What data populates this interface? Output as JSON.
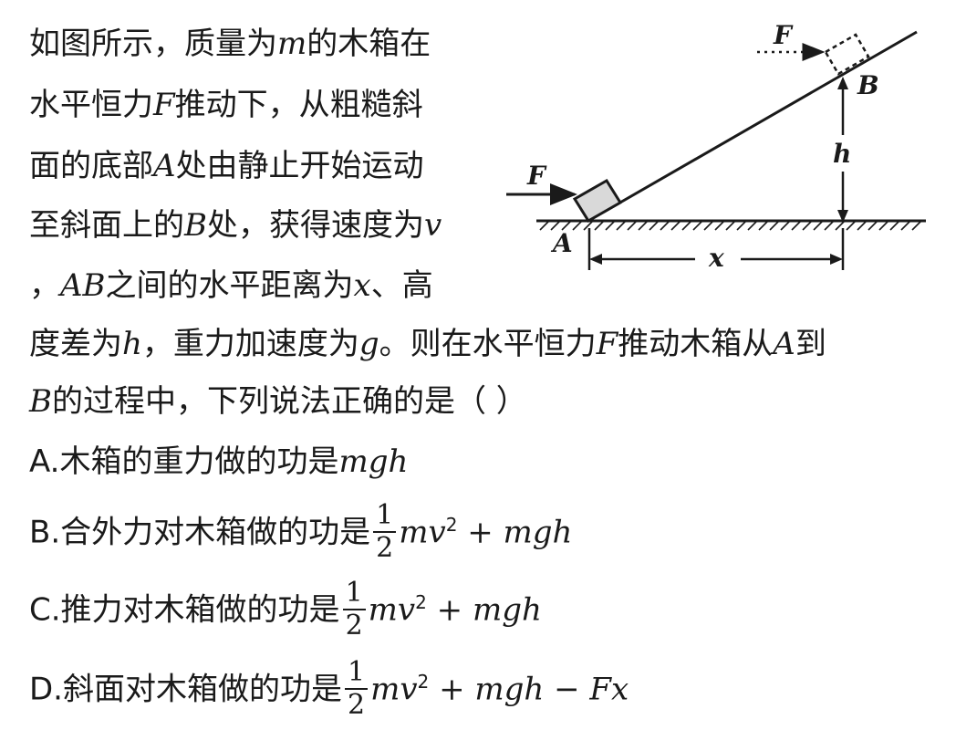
{
  "question": {
    "l1": {
      "a": "如图所示，质量为",
      "m": "m",
      "b": "的木箱在"
    },
    "l2": {
      "a": "水平恒力",
      "F": "F",
      "b": "推动下，从粗糙斜"
    },
    "l3": {
      "a": "面的底部",
      "A": "A",
      "b": "处由静止开始运动"
    },
    "l4": {
      "a": "至斜面上的",
      "B": "B",
      "b": "处，获得速度为",
      "v": "v"
    },
    "l5": {
      "a": "，",
      "AB": "AB",
      "b": "之间的水平距离为",
      "x": "x",
      "c": "、高"
    },
    "l6": {
      "a": "度差为",
      "h": "h",
      "b": "，重力加速度为",
      "g": "g",
      "c": "。则在水平恒力",
      "F": "F",
      "d": "推动木箱从",
      "A": "A",
      "e": "到"
    },
    "l7": {
      "B": "B",
      "a": "的过程中，下列说法正确的是（ ）"
    }
  },
  "options": {
    "A": {
      "label": "A.木箱的重力做的功是",
      "expr": "mgh"
    },
    "B": {
      "label": "B.合外力对木箱做的功是",
      "num": "1",
      "den": "2",
      "expr": "mv",
      "sup": "2",
      "rest": " + mgh"
    },
    "C": {
      "label": "C.推力对木箱做的功是",
      "num": "1",
      "den": "2",
      "expr": "mv",
      "sup": "2",
      "rest": " + mgh"
    },
    "D": {
      "label": "D.斜面对木箱做的功是",
      "num": "1",
      "den": "2",
      "expr": "mv",
      "sup": "2",
      "rest": " + mgh − Fx"
    }
  },
  "figure": {
    "F_bottom": "F",
    "F_top": "F",
    "A": "A",
    "B": "B",
    "h": "h",
    "x": "x"
  }
}
